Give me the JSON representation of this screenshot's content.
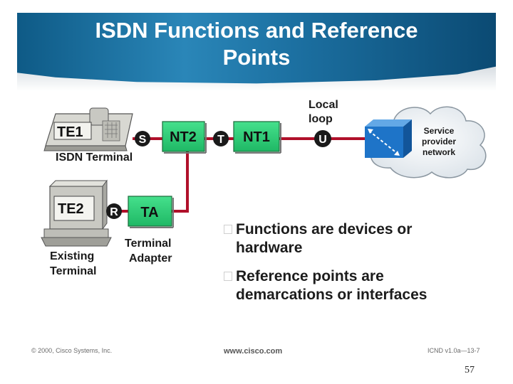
{
  "title": {
    "line1": "ISDN Functions and Reference",
    "line2": "Points"
  },
  "devices": {
    "te1": "TE1",
    "te2": "TE2",
    "nt2": "NT2",
    "nt1": "NT1",
    "ta": "TA"
  },
  "reference_points": {
    "s": "S",
    "t": "T",
    "u": "U",
    "r": "R"
  },
  "labels": {
    "isdn_terminal": "ISDN Terminal",
    "terminal_adapter_line1": "Terminal",
    "terminal_adapter_line2": "Adapter",
    "existing_terminal_line1": "Existing",
    "existing_terminal_line2": "Terminal",
    "local_loop_line1": "Local",
    "local_loop_line2": "loop",
    "cloud_line1": "Service",
    "cloud_line2": "provider",
    "cloud_line3": "network"
  },
  "bullets": [
    {
      "line1": "Functions are devices or",
      "line2": "hardware"
    },
    {
      "line1": "Reference points are",
      "line2": "demarcations or interfaces"
    }
  ],
  "footer": {
    "copyright": "© 2000, Cisco Systems, Inc.",
    "url": "www.cisco.com",
    "code": "ICND v1.0a—13-7",
    "page": "57"
  },
  "colors": {
    "device_box": "#2fd27a",
    "link_line": "#b0102a",
    "ref_circle": "#1a1a1a",
    "switch_blue": "#1e74c8",
    "banner": "#1b6e9f"
  }
}
